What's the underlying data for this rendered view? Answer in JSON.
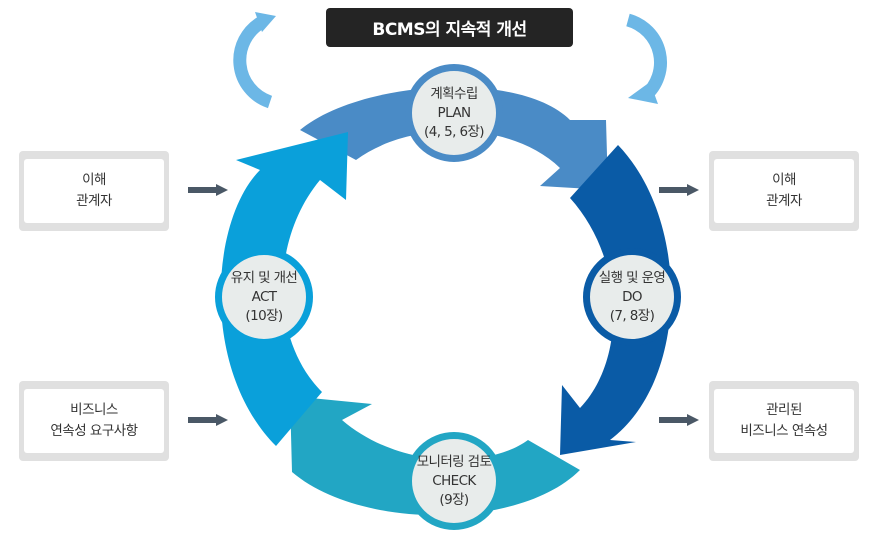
{
  "title": "BCMS의 지속적 개선",
  "phases": [
    {
      "key": "plan",
      "line1": "계획수립",
      "line2": "PLAN",
      "line3": "(4, 5, 6장)",
      "color": "#4a8bc6"
    },
    {
      "key": "do",
      "line1": "실행 및 운영",
      "line2": "DO",
      "line3": "(7, 8장)",
      "color": "#0a5ba6"
    },
    {
      "key": "check",
      "line1": "모니터링 검토",
      "line2": "CHECK",
      "line3": "(9장)",
      "color": "#22a6c4"
    },
    {
      "key": "act",
      "line1": "유지 및 개선",
      "line2": "ACT",
      "line3": "(10장)",
      "color": "#0aa0da"
    }
  ],
  "inputs": [
    {
      "line1": "이해",
      "line2": "관계자"
    },
    {
      "line1": "비즈니스",
      "line2": "연속성 요구사항"
    }
  ],
  "outputs": [
    {
      "line1": "이해",
      "line2": "관계자"
    },
    {
      "line1": "관리된",
      "line2": "비즈니스 연속성"
    }
  ],
  "colors": {
    "loop_arrows": "#6cb7e6",
    "flow_arrows": "#4a5866",
    "node_fill": "#e8eceb",
    "box_border": "#e0e0e0",
    "title_bg": "#242424"
  }
}
